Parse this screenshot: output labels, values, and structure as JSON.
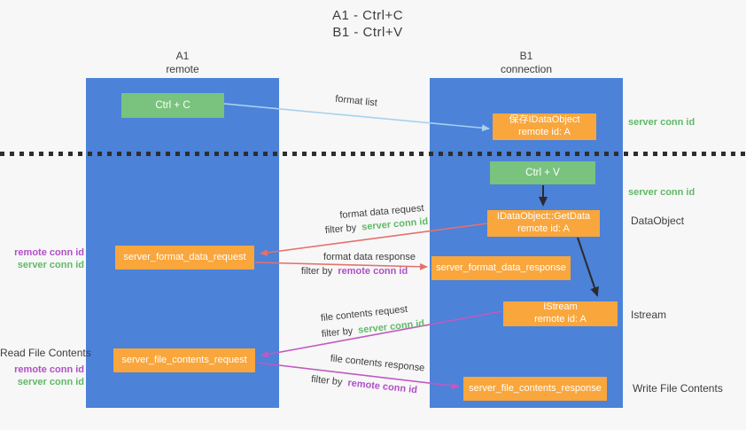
{
  "title": {
    "line1": "A1 - Ctrl+C",
    "line2": "B1 - Ctrl+V"
  },
  "lanes": {
    "a": {
      "name": "A1",
      "subtitle": "remote"
    },
    "b": {
      "name": "B1",
      "subtitle": "connection"
    }
  },
  "nodes": {
    "ctrl_c": {
      "label": "Ctrl + C"
    },
    "save_dataobject": {
      "line1": "保存IDataObject",
      "line2": "remote id: A"
    },
    "ctrl_v": {
      "label": "Ctrl + V"
    },
    "getdata": {
      "line1": "IDataObject::GetData",
      "line2": "remote id: A"
    },
    "format_request": {
      "label": "server_format_data_request"
    },
    "format_response": {
      "label": "server_format_data_response"
    },
    "istream": {
      "line1": "IStream",
      "line2": "remote id: A"
    },
    "file_request": {
      "label": "server_file_contents_request"
    },
    "file_response": {
      "label": "server_file_contents_response"
    }
  },
  "flow": {
    "format_list": "format list",
    "format_data_request": "format data request",
    "format_data_response": "format data response",
    "file_contents_request": "file contents request",
    "file_contents_response": "file contents response",
    "filter_by": "filter by",
    "server_conn_id": "server conn id",
    "remote_conn_id": "remote conn id"
  },
  "side": {
    "server_conn_id_top": "server conn id",
    "server_conn_id_mid": "server conn id",
    "dataobject": "DataObject",
    "istream": "Istream",
    "write_file_contents": "Write File Contents",
    "read_file_contents": "Read File Contents",
    "remote_conn_id": "remote conn id",
    "server_conn_id": "server conn id"
  },
  "colors": {
    "lane_blue": "#4c82d8",
    "node_green": "#79c37e",
    "node_orange": "#f9a63c",
    "arrow_light_blue": "#a6d2ee",
    "arrow_red": "#e4716d",
    "arrow_magenta": "#c159c1",
    "arrow_black": "#2b2b2b",
    "text_green": "#5fba66",
    "text_purple": "#b14fc7",
    "text_dark": "#3d3d3d",
    "background": "#f7f7f7"
  }
}
